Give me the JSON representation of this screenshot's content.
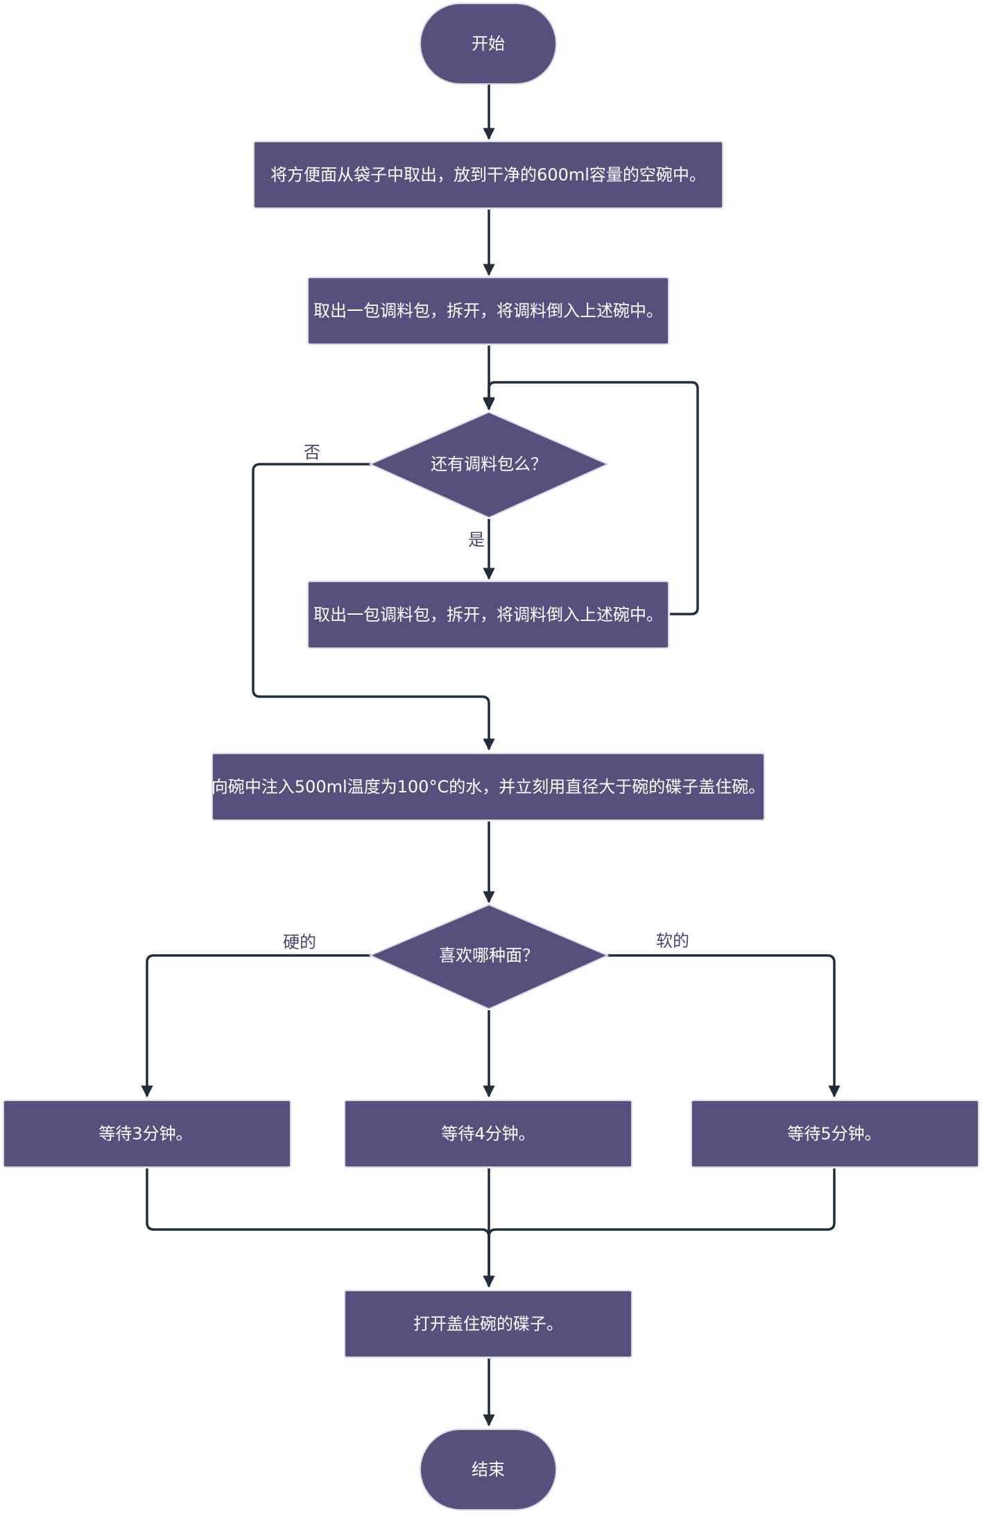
{
  "colors": {
    "node_fill": "#56507d",
    "node_text": "#ffffff",
    "edge": "#1f2d3d",
    "edge_label": "#4a4470"
  },
  "nodes": {
    "start": "开始",
    "step1": "将方便面从袋子中取出，放到干净的600ml容量的空碗中。",
    "step2": "取出一包调料包，拆开，将调料倒入上述碗中。",
    "decision1": "还有调料包么？",
    "step3": "取出一包调料包，拆开，将调料倒入上述碗中。",
    "step4": "向碗中注入500ml温度为100°C的水，并立刻用直径大于碗的碟子盖住碗。",
    "decision2": "喜欢哪种面？",
    "wait3": "等待3分钟。",
    "wait4": "等待4分钟。",
    "wait5": "等待5分钟。",
    "step5": "打开盖住碗的碟子。",
    "end": "结束"
  },
  "edge_labels": {
    "no": "否",
    "yes": "是",
    "hard": "硬的",
    "soft": "软的"
  }
}
